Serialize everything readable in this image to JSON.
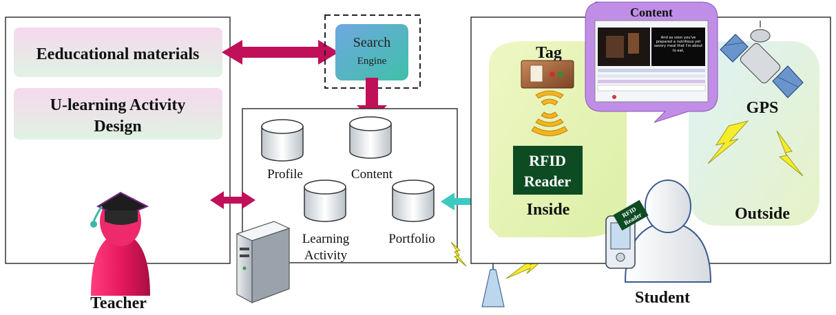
{
  "teacher_panel": {
    "materials": "Eeducational materials",
    "activity_design_line1": "U-learning Activity",
    "activity_design_line2": "Design",
    "teacher_label": "Teacher"
  },
  "search_engine": {
    "line1": "Search",
    "line2": "Engine"
  },
  "databases": {
    "profile": "Profile",
    "content": "Content",
    "learning_activity_line1": "Learning",
    "learning_activity_line2": "Activity",
    "portfolio": "Portfolio"
  },
  "student_panel": {
    "tag_label": "Tag",
    "rfid_line1": "RFID",
    "rfid_line2": "Reader",
    "inside_label": "Inside",
    "outside_label": "Outside",
    "gps_label": "GPS",
    "content_bubble_title": "Content",
    "content_screen_text": "And as soon you've prepared a nutritious yet savory meal that I'm about to eat,",
    "device_label_line1": "RFID",
    "device_label_line2": "Reader",
    "student_label": "Student"
  },
  "colors": {
    "magenta_arrow": "#c0105a",
    "teal_arrow": "#3cc9c0",
    "teacher_pink": "#e8195e",
    "rfid_green": "#0d4b23",
    "bubble_purple": "#c08ee6",
    "inside_green": "#e6f2b4",
    "outside_blue": "#d6edf5"
  }
}
